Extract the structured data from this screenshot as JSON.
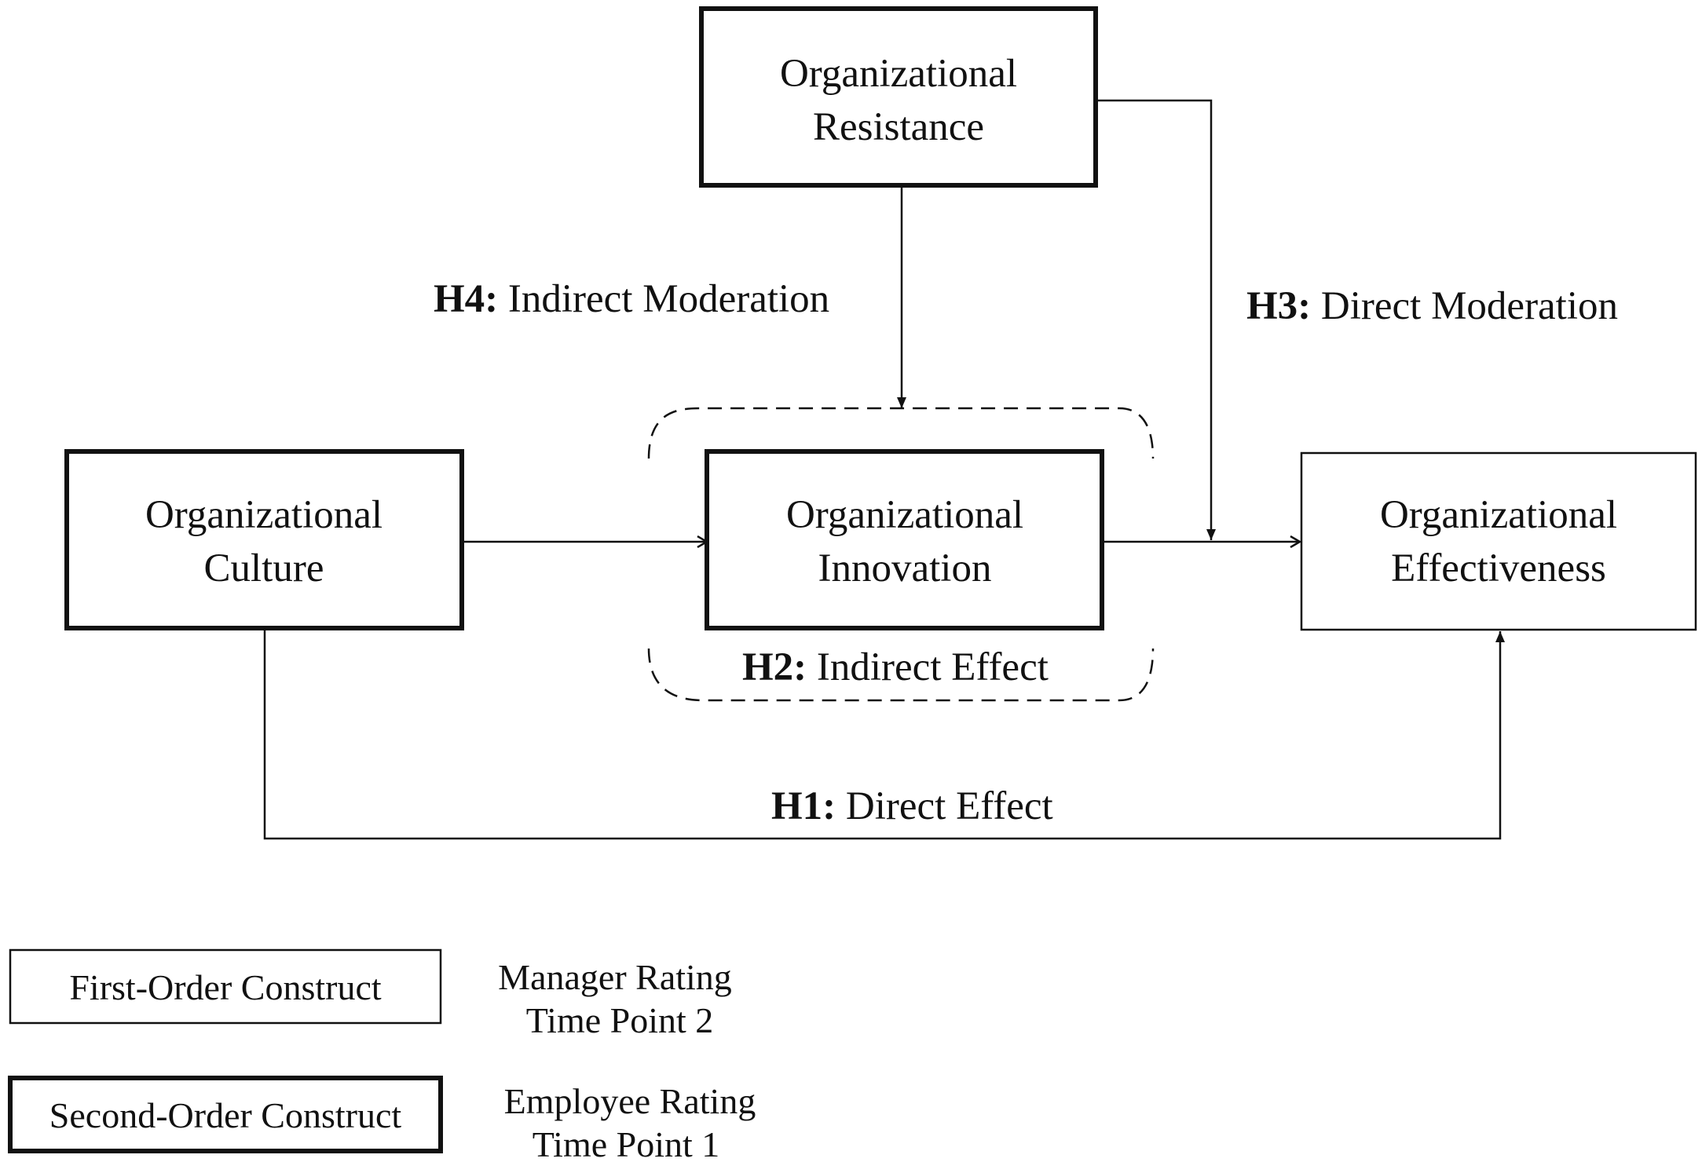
{
  "nodes": {
    "resistance": {
      "line1": "Organizational",
      "line2": "Resistance"
    },
    "culture": {
      "line1": "Organizational",
      "line2": "Culture"
    },
    "innovation": {
      "line1": "Organizational",
      "line2": "Innovation"
    },
    "effectiveness": {
      "line1": "Organizational",
      "line2": "Effectiveness"
    }
  },
  "hypotheses": {
    "h1": {
      "code": "H1:",
      "text": " Direct Effect"
    },
    "h2": {
      "code": "H2:",
      "text": " Indirect Effect"
    },
    "h3": {
      "code": "H3:",
      "text": " Direct Moderation"
    },
    "h4": {
      "code": "H4:",
      "text": " Indirect Moderation"
    }
  },
  "legend": {
    "first_order": {
      "label": "First-Order Construct",
      "rating": "Manager Rating",
      "time": "Time Point 2"
    },
    "second_order": {
      "label": "Second-Order Construct",
      "rating": "Employee Rating",
      "time": "Time Point 1"
    }
  }
}
